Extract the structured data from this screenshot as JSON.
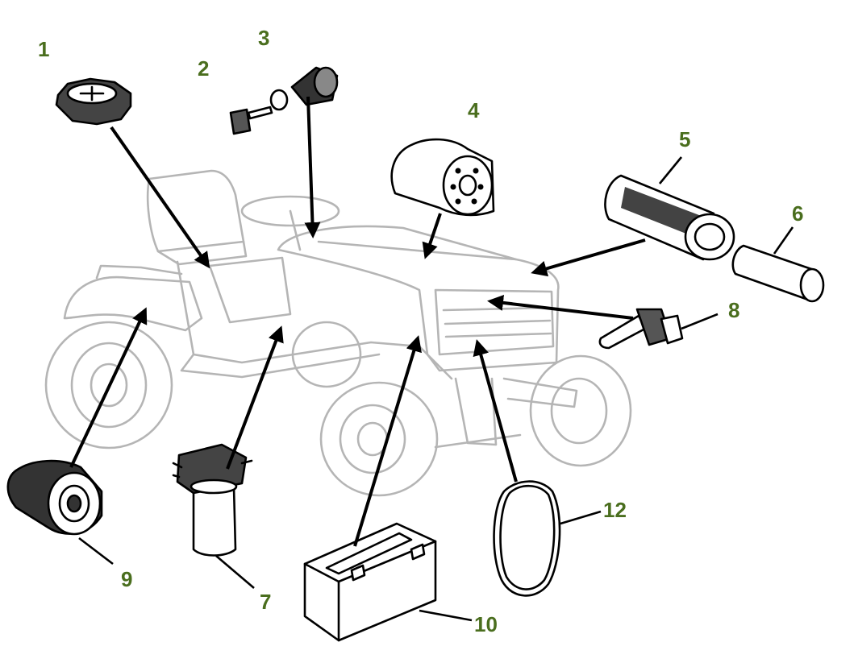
{
  "colors": {
    "callout": "#4a6e1e",
    "ghost": "#b5b5b5",
    "part": "#000000",
    "background": "#ffffff"
  },
  "callouts": [
    {
      "id": "1",
      "text": "1"
    },
    {
      "id": "2",
      "text": "2"
    },
    {
      "id": "3",
      "text": "3"
    },
    {
      "id": "4",
      "text": "4"
    },
    {
      "id": "5",
      "text": "5"
    },
    {
      "id": "6",
      "text": "6"
    },
    {
      "id": "7",
      "text": "7"
    },
    {
      "id": "8",
      "text": "8"
    },
    {
      "id": "9",
      "text": "9"
    },
    {
      "id": "10",
      "text": "10"
    },
    {
      "id": "12",
      "text": "12"
    }
  ]
}
